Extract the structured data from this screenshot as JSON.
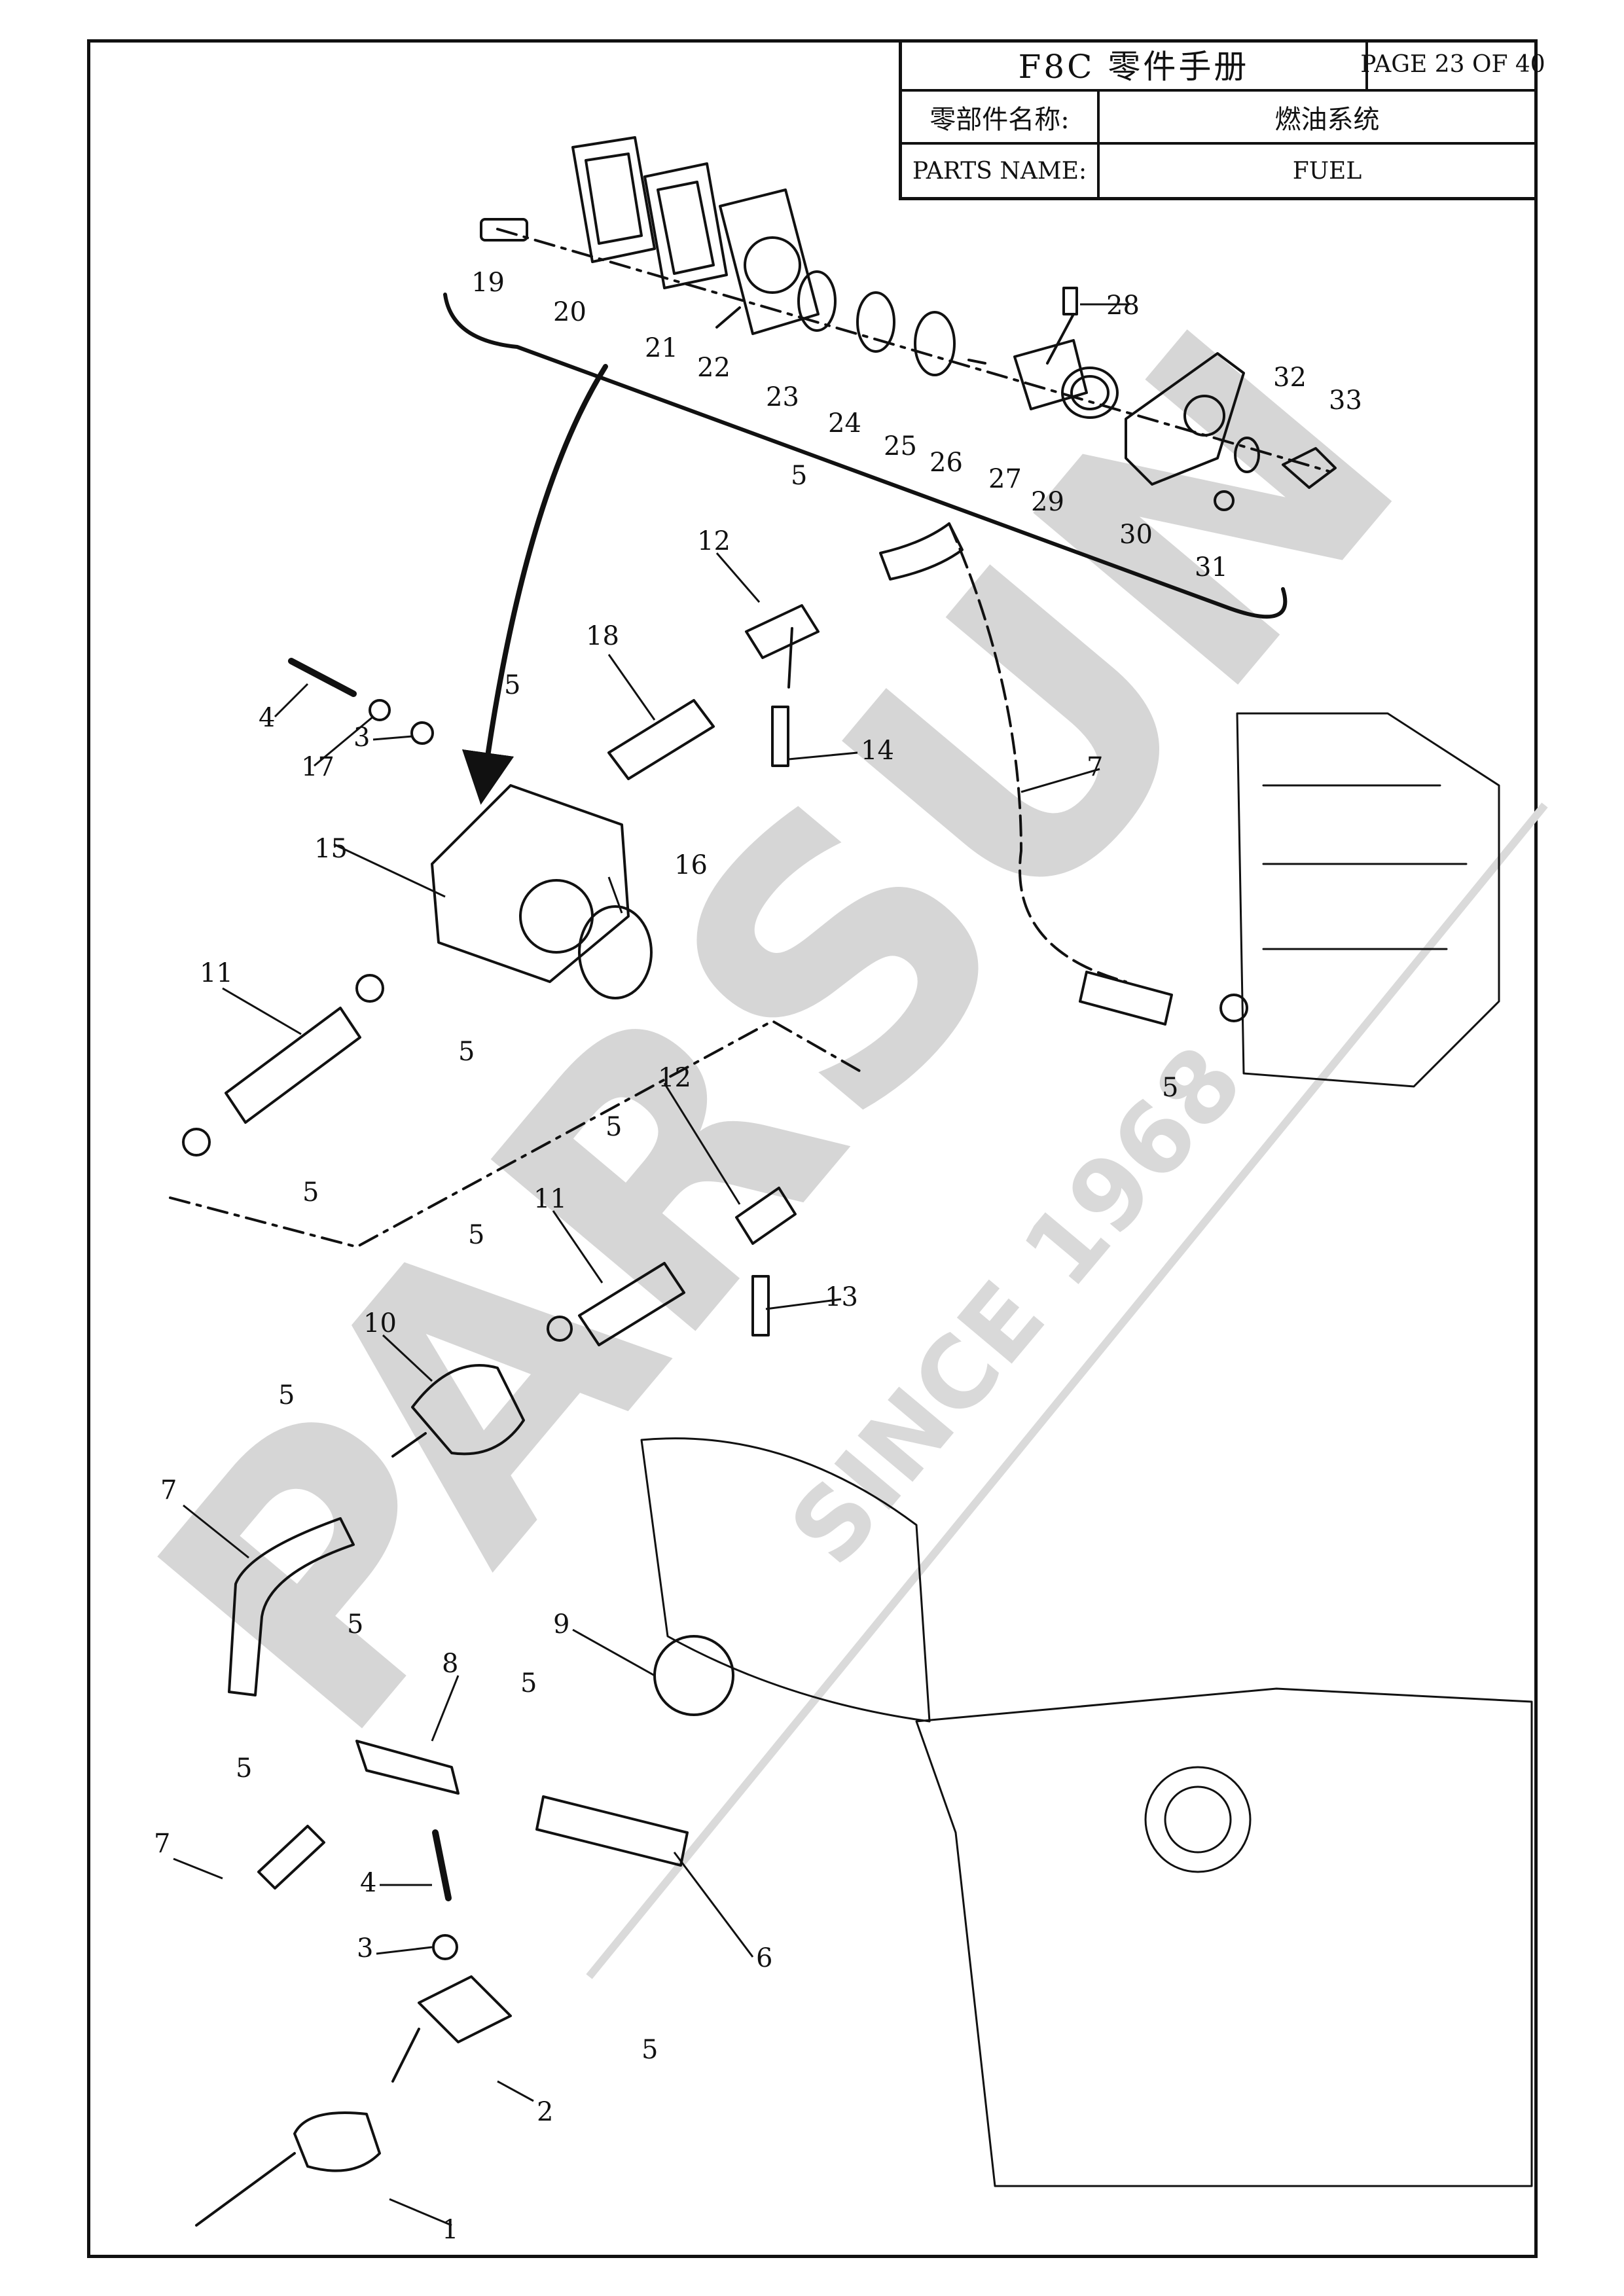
{
  "header": {
    "title": "F8C 零件手册",
    "page": "PAGE 23 OF 40",
    "name_label_cn": "零部件名称:",
    "name_value_cn": "燃油系统",
    "name_label_en": "PARTS NAME:",
    "name_value_en": "FUEL"
  },
  "watermark": {
    "brand": "PARSUN",
    "tagline": "SINCE 1968"
  },
  "callouts": [
    "1",
    "2",
    "3",
    "3",
    "4",
    "4",
    "5",
    "5",
    "5",
    "5",
    "5",
    "5",
    "5",
    "5",
    "5",
    "5",
    "5",
    "5",
    "6",
    "7",
    "7",
    "7",
    "8",
    "9",
    "10",
    "11",
    "11",
    "12",
    "12",
    "13",
    "14",
    "15",
    "16",
    "17",
    "18",
    "19",
    "20",
    "21",
    "22",
    "23",
    "24",
    "25",
    "26",
    "27",
    "28",
    "29",
    "30",
    "31",
    "32",
    "33"
  ],
  "colors": {
    "line": "#111111",
    "watermark_gray": "#d2d2d2",
    "watermark_red": "#f3b7b7"
  }
}
